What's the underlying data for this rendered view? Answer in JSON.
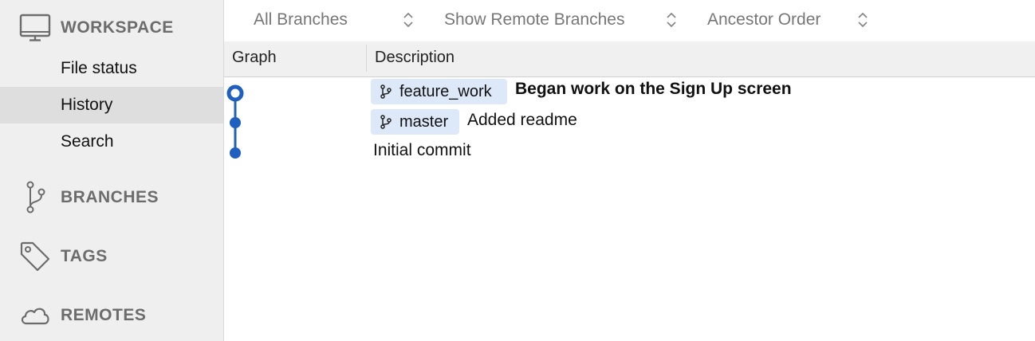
{
  "sidebar": {
    "workspace": {
      "label": "WORKSPACE",
      "icon": "monitor-icon"
    },
    "items": [
      {
        "label": "File status"
      },
      {
        "label": "History",
        "selected": true
      },
      {
        "label": "Search"
      }
    ],
    "branches": {
      "label": "BRANCHES",
      "icon": "branch-icon"
    },
    "tags": {
      "label": "TAGS",
      "icon": "tag-icon"
    },
    "remotes": {
      "label": "REMOTES",
      "icon": "cloud-icon"
    }
  },
  "toolbar": {
    "branches_filter": "All Branches",
    "remote_filter": "Show Remote Branches",
    "order": "Ancestor Order"
  },
  "columns": {
    "graph": "Graph",
    "description": "Description"
  },
  "commits": [
    {
      "branch": "feature_work",
      "message": "Began work on the Sign Up screen",
      "head": true
    },
    {
      "branch": "master",
      "message": "Added readme"
    },
    {
      "branch": "",
      "message": "Initial commit"
    }
  ],
  "colors": {
    "accent": "#1f5fbf",
    "badge": "#dde8f8",
    "sidebar": "#efefef",
    "selected": "#dedede"
  }
}
